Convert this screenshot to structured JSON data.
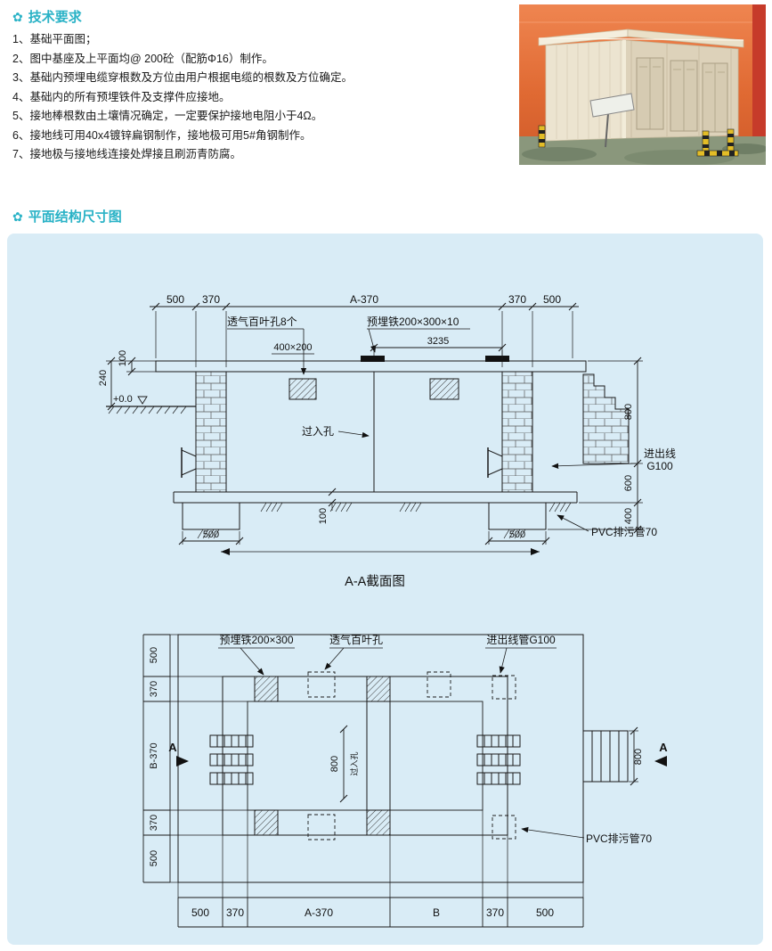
{
  "page": {
    "accent": "#29b2c6",
    "panel_bg": "#d9ecf6"
  },
  "tech": {
    "icon": "✿",
    "title": "技术要求",
    "items": [
      "1、基础平面图；",
      "2、图中基座及上平面均@ 200砼（配筋Φ16）制作。",
      "3、基础内预埋电缆穿根数及方位由用户根据电缆的根数及方位确定。",
      "4、基础内的所有预埋铁件及支撑件应接地。",
      "5、接地棒根数由土壤情况确定，一定要保护接地电阻小于4Ω。",
      "6、接地线可用40x4镀锌扁钢制作，接地极可用5#角钢制作。",
      "7、接地极与接地线连接处焊接且刷沥青防腐。"
    ]
  },
  "plan_section": {
    "icon": "✿",
    "title": "平面结构尺寸图"
  },
  "section_view": {
    "caption": "A-A截面图",
    "top_dims": [
      "500",
      "370",
      "A-370",
      "370",
      "500"
    ],
    "labels": {
      "louver": "透气百叶孔8个",
      "louver_size": "400×200",
      "embed": "预埋铁200×300×10",
      "span": "3235",
      "h240": "240",
      "h100": "100",
      "level": "+0.0",
      "manhole": "过入孔",
      "right_800": "800",
      "right_600": "600",
      "right_400": "400",
      "inout_line1": "进出线",
      "inout_line2": "G100",
      "pvc": "PVC排污管70",
      "pad_left_500": "500",
      "slab_100": "100",
      "pad_right_500": "500"
    }
  },
  "plan_view": {
    "left_dims": [
      "500",
      "370",
      "B-370",
      "370",
      "500"
    ],
    "bottom_dims": [
      "500",
      "370",
      "A-370",
      "B",
      "370",
      "500"
    ],
    "labels": {
      "embed": "预埋铁200×300",
      "louver": "透气百叶孔",
      "inout": "进出线管G100",
      "manhole_800": "800",
      "manhole": "过入孔",
      "a_left": "A",
      "a_right": "A",
      "trench_800": "800",
      "pvc": "PVC排污管70"
    }
  }
}
